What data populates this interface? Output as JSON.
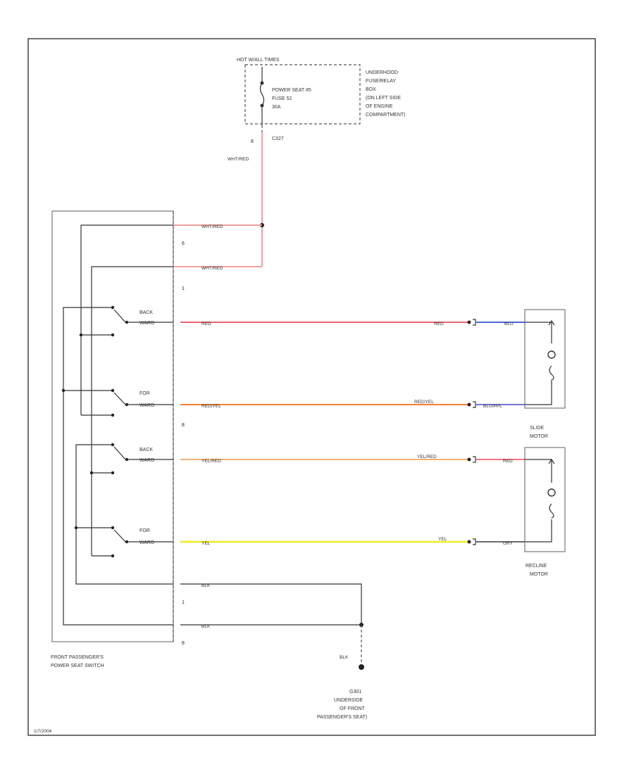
{
  "fuse_box": {
    "top_label": "HOT W/ALL TIMES",
    "fuse_label_line1": "POWER SEAT #5",
    "fuse_label_line2": "FUSE 52",
    "fuse_label_line3": "30A",
    "side_label_line1": "UNDERHOOD",
    "side_label_line2": "FUSE/RELAY",
    "side_label_line3": "BOX",
    "side_label_line4": "(ON LEFT SIDE",
    "side_label_line5": "OF ENGINE",
    "side_label_line6": "COMPARTMENT)",
    "pin": "8",
    "connector": "C327"
  },
  "wires": {
    "feed": "WHT/RED",
    "sw_top1": "WHT/RED",
    "sw_top2": "WHT/RED",
    "red_left": "RED",
    "red_right": "RED",
    "redyel_left": "RED/YEL",
    "redyel_right": "RED/YEL",
    "yelred_left": "YEL/RED",
    "yelred_right": "YEL/RED",
    "yel_left": "YEL",
    "yel_right": "YEL",
    "blk1": "BLK",
    "blk2": "BLK",
    "blk_ground": "BLK"
  },
  "motor_side_wires": {
    "slide_top": "BLU",
    "slide_bottom": "BLU/PPL",
    "recline_top": "RED",
    "recline_bottom": "GRY"
  },
  "switch": {
    "pin_a": "6",
    "pin_b": "1",
    "pin_c": "8",
    "pin_d": "1",
    "pin_e": "8",
    "sw1_line1": "BACK",
    "sw1_line2": "WARD",
    "sw2_line1": "FOR",
    "sw2_line2": "WARD",
    "sw3_line1": "BACK",
    "sw3_line2": "WARD",
    "sw4_line1": "FOR",
    "sw4_line2": "WARD",
    "label_line1": "FRONT PASSENGER'S",
    "label_line2": "POWER SEAT SWITCH"
  },
  "motors": {
    "slide_line1": "SLIDE",
    "slide_line2": "MOTOR",
    "recline_line1": "RECLINE",
    "recline_line2": "MOTOR"
  },
  "ground": {
    "id": "G301",
    "line1": "UNDERSIDE",
    "line2": "OF FRONT",
    "line3": "PASSENGER'S SEAT)"
  },
  "footer": {
    "code": "1/7/2004"
  },
  "colors": {
    "wht_red": "#f0a0a0",
    "red": "#f06070",
    "red_yel": "#f08030",
    "yel_red": "#f5b070",
    "yel": "#ecec20",
    "blu": "#3050e0",
    "blu_ppl": "#6060d0",
    "black": "#222222"
  }
}
